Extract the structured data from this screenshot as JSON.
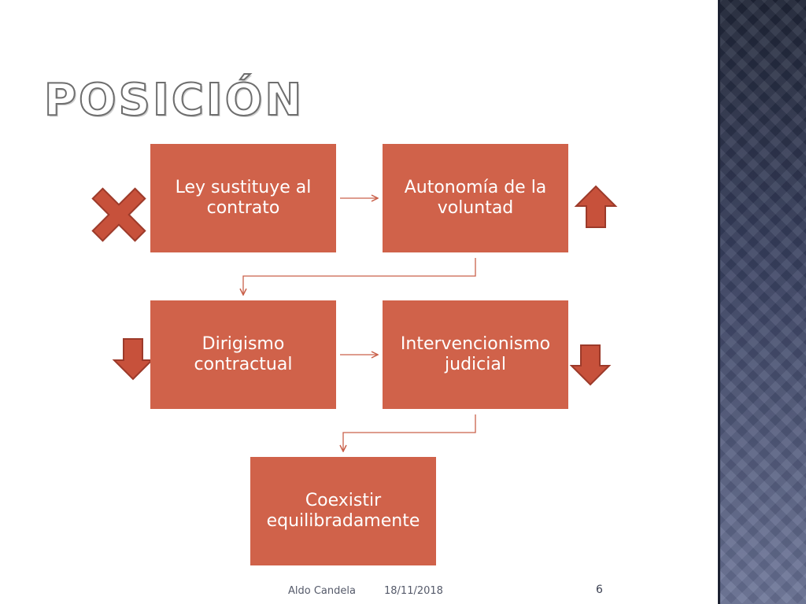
{
  "slide": {
    "title": "Posición",
    "footer_author": "Aldo Candela",
    "footer_date": "18/11/2018",
    "page_number": "6"
  },
  "diagram": {
    "boxes": [
      {
        "id": "ley",
        "label": "Ley sustituye al contrato"
      },
      {
        "id": "autonomia",
        "label": "Autonomía de la voluntad"
      },
      {
        "id": "dirigismo",
        "label": "Dirigismo contractual"
      },
      {
        "id": "intervencionismo",
        "label": "Intervencionismo judicial"
      },
      {
        "id": "coexistir",
        "label": "Coexistir equilibradamente"
      }
    ],
    "markers": [
      {
        "target": "ley",
        "icon": "x-cross-icon"
      },
      {
        "target": "autonomia",
        "icon": "arrow-up-icon"
      },
      {
        "target": "dirigismo",
        "icon": "arrow-down-icon"
      },
      {
        "target": "intervencionismo",
        "icon": "arrow-down-icon"
      }
    ],
    "colors": {
      "box_fill": "#d0624a",
      "connector": "#c9604a",
      "marker_fill": "#c7513b",
      "marker_stroke": "#9c3a2a"
    }
  }
}
